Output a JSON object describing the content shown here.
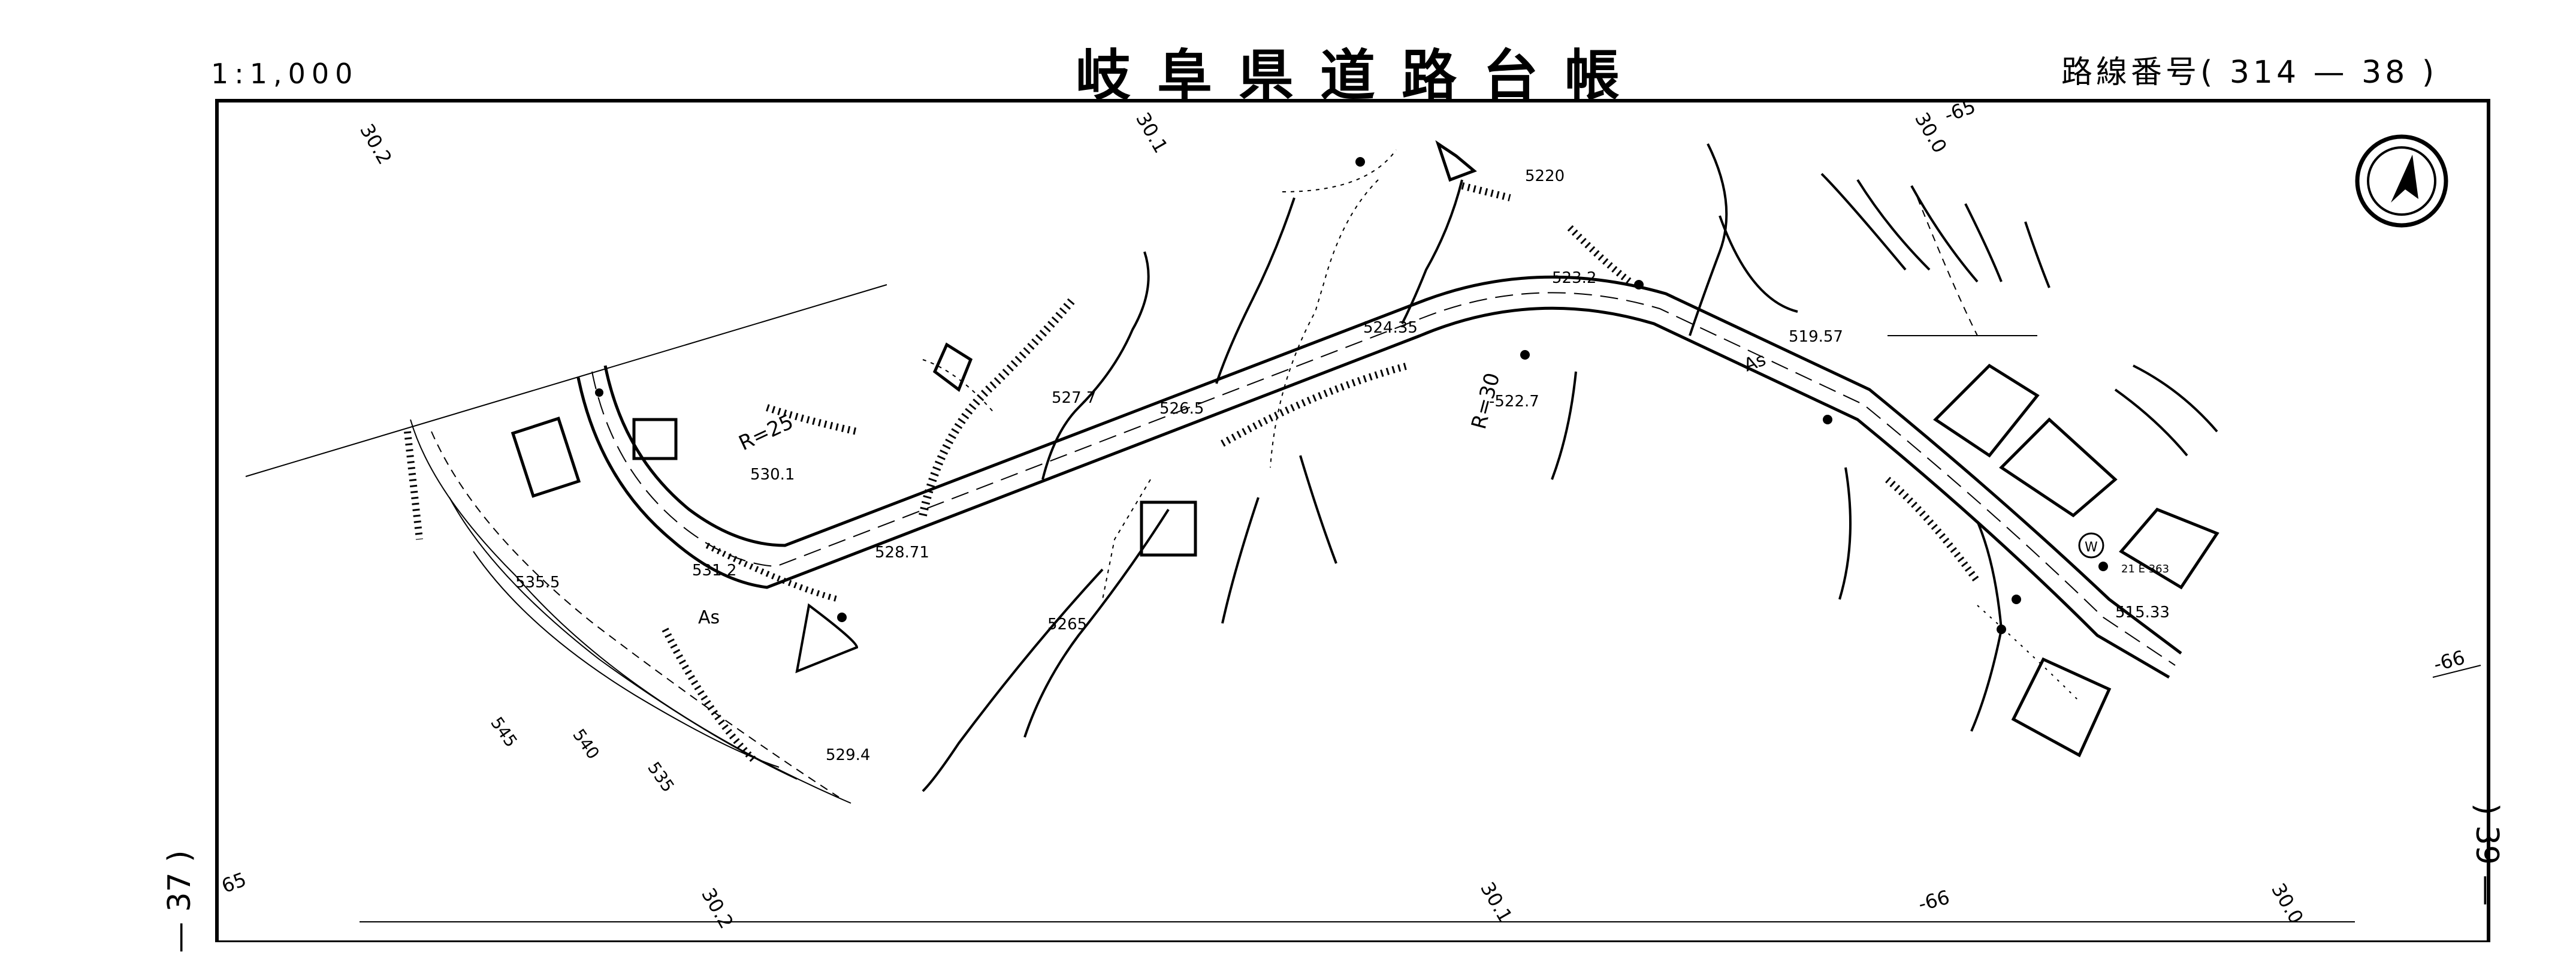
{
  "header": {
    "scale": "1:1,000",
    "title": "岐阜県道路台帳",
    "route_number": "路線番号( 314 — 38 )"
  },
  "side_labels": {
    "left": "— 37 )",
    "right": ") 39 —"
  },
  "map": {
    "grid_labels": {
      "top_302": "30.2",
      "top_301": "30.1",
      "top_300": "30.0",
      "top_65": "-65",
      "bottom_302": "30.2",
      "bottom_301": "30.1",
      "bottom_300": "30.0",
      "bottom_66": "-66",
      "left_65": "65",
      "right_66": "-66"
    },
    "elevations": [
      "5220",
      "523.2",
      "524.35",
      "519.57",
      "527.7",
      "526.5",
      "-522.7",
      "530.1",
      "531.2",
      "528.71",
      "535.5",
      "5265",
      "529.4",
      "515.33"
    ],
    "curve_labels": {
      "r25": "R=25",
      "r30": "R=30"
    },
    "road_marks": {
      "as1": "As",
      "as2": "As"
    },
    "contours": {
      "c545": "545",
      "c540": "540",
      "c535": "535"
    },
    "misc": {
      "w": "W",
      "building_ref": "21 E 363"
    },
    "north_arrow": "compass-north-arrow"
  }
}
